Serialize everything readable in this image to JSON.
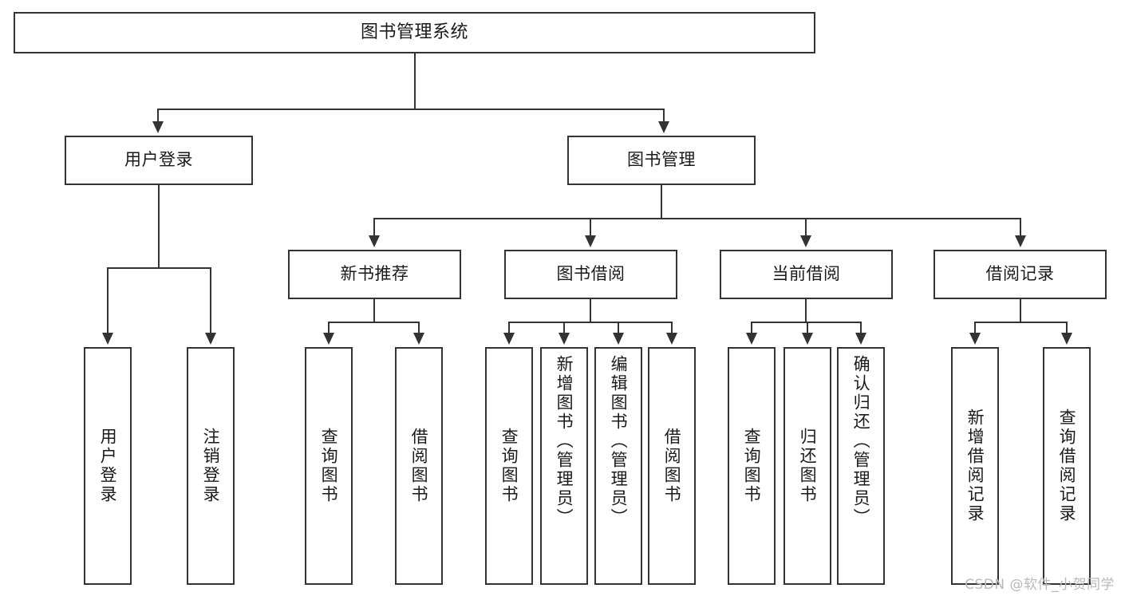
{
  "diagram": {
    "type": "tree-hierarchy-chart",
    "title": "图书管理系统",
    "watermark": "CSDN @软件_小贺同学",
    "colors": {
      "stroke": "#333333",
      "background": "#ffffff",
      "text": "#1a1a1a",
      "watermark": "#b9b9b9"
    },
    "levels": {
      "root": {
        "label": "图书管理系统"
      },
      "level2": [
        {
          "label": "用户登录"
        },
        {
          "label": "图书管理"
        }
      ],
      "level3": [
        {
          "label": "新书推荐"
        },
        {
          "label": "图书借阅"
        },
        {
          "label": "当前借阅"
        },
        {
          "label": "借阅记录"
        }
      ],
      "leaves": {
        "user_login": [
          {
            "label": "用户登录"
          },
          {
            "label": "注销登录"
          }
        ],
        "new_book_recommend": [
          {
            "label": "查询图书"
          },
          {
            "label": "借阅图书"
          }
        ],
        "book_borrow": [
          {
            "label": "查询图书"
          },
          {
            "label": "新增图书（管理员）"
          },
          {
            "label": "编辑图书（管理员）"
          },
          {
            "label": "借阅图书"
          }
        ],
        "current_borrow": [
          {
            "label": "查询图书"
          },
          {
            "label": "归还图书"
          },
          {
            "label": "确认归还（管理员）"
          }
        ],
        "borrow_record": [
          {
            "label": "新增借阅记录"
          },
          {
            "label": "查询借阅记录"
          }
        ]
      }
    }
  }
}
